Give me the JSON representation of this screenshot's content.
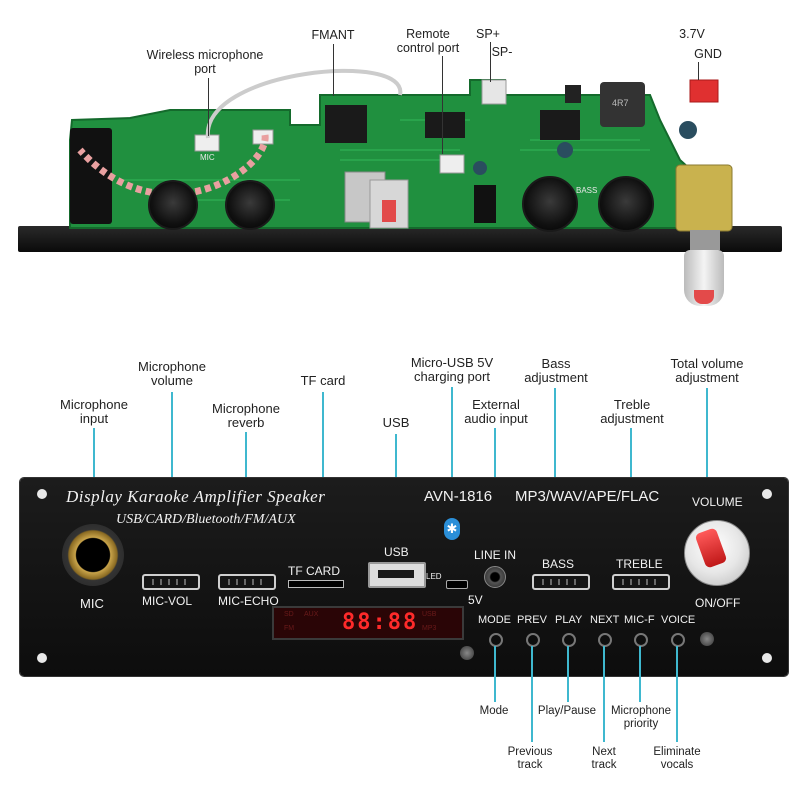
{
  "pcb_labels": {
    "wireless_mic_port": [
      "Wireless microphone",
      "port"
    ],
    "fmant": "FMANT",
    "remote_control_port": [
      "Remote",
      "control port"
    ],
    "sp_plus": "SP+",
    "sp_minus": "SP-",
    "v37": "3.7V",
    "gnd": "GND"
  },
  "pcb_silkscreen": {
    "mic_text": "MIC",
    "bass_text": "BASS",
    "chip_text": "4R7"
  },
  "top_callouts": {
    "microphone_input": [
      "Microphone",
      "input"
    ],
    "microphone_volume": [
      "Microphone",
      "volume"
    ],
    "microphone_reverb": [
      "Microphone",
      "reverb"
    ],
    "tf_card": "TF card",
    "usb": "USB",
    "micro_usb": [
      "Micro-USB 5V",
      "charging port"
    ],
    "external_audio": [
      "External",
      "audio input"
    ],
    "bass_adjustment": [
      "Bass",
      "adjustment"
    ],
    "treble_adjustment": [
      "Treble",
      "adjustment"
    ],
    "total_volume": [
      "Total volume",
      "adjustment"
    ]
  },
  "panel": {
    "title": "Display Karaoke Amplifier Speaker",
    "subtitle": "USB/CARD/Bluetooth/FM/AUX",
    "model": "AVN-1816",
    "formats": "MP3/WAV/APE/FLAC",
    "mic": "MIC",
    "mic_vol": "MIC-VOL",
    "mic_echo": "MIC-ECHO",
    "tf_card": "TF CARD",
    "usb": "USB",
    "led": "LED",
    "five_v": "5V",
    "line_in": "LINE IN",
    "bass": "BASS",
    "treble": "TREBLE",
    "volume": "VOLUME",
    "on_off": "ON/OFF",
    "display_value": "88:88",
    "display_aux": "AUX",
    "display_sd": "SD",
    "display_usb": "USB",
    "display_fm": "FM",
    "display_mp3": "MP3",
    "buttons": [
      "MODE",
      "PREV",
      "PLAY",
      "NEXT",
      "MIC-F",
      "VOICE"
    ]
  },
  "bottom_callouts": {
    "mode": "Mode",
    "previous_track": [
      "Previous",
      "track"
    ],
    "play_pause": "Play/Pause",
    "next_track": [
      "Next",
      "track"
    ],
    "mic_priority": [
      "Microphone",
      "priority"
    ],
    "eliminate_vocals": [
      "Eliminate",
      "vocals"
    ]
  },
  "colors": {
    "leader": "#3fb8cf",
    "panel": "#141414",
    "pcb": "#1f8f3e",
    "display_red": "#ff2a2a",
    "knob_red": "#e23a3a"
  }
}
